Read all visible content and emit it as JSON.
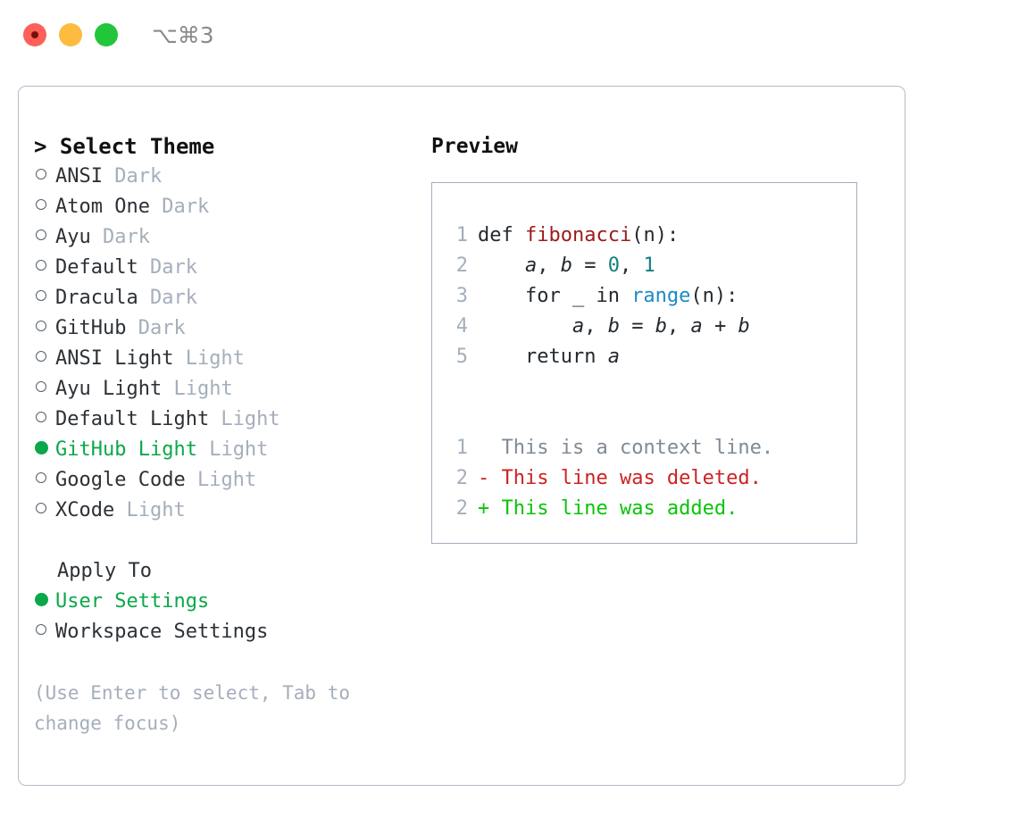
{
  "titlebar": {
    "shortcut": "⌥⌘3",
    "buttons": [
      {
        "name": "close",
        "color": "#fc6058"
      },
      {
        "name": "minimize",
        "color": "#fdbc40"
      },
      {
        "name": "maximize",
        "color": "#21c63a"
      }
    ]
  },
  "left": {
    "heading": "> Select Theme",
    "themes": [
      {
        "name": "ANSI",
        "kind": " Dark",
        "selected": false
      },
      {
        "name": "Atom One",
        "kind": " Dark",
        "selected": false
      },
      {
        "name": "Ayu",
        "kind": " Dark",
        "selected": false
      },
      {
        "name": "Default",
        "kind": " Dark",
        "selected": false
      },
      {
        "name": "Dracula",
        "kind": " Dark",
        "selected": false
      },
      {
        "name": "GitHub",
        "kind": " Dark",
        "selected": false
      },
      {
        "name": "ANSI Light",
        "kind": " Light",
        "selected": false
      },
      {
        "name": "Ayu Light",
        "kind": " Light",
        "selected": false
      },
      {
        "name": "Default Light",
        "kind": " Light",
        "selected": false
      },
      {
        "name": "GitHub Light",
        "kind": " Light",
        "selected": true
      },
      {
        "name": "Google Code",
        "kind": " Light",
        "selected": false
      },
      {
        "name": "XCode",
        "kind": " Light",
        "selected": false
      }
    ],
    "apply_heading": "Apply To",
    "apply_options": [
      {
        "label": "User Settings",
        "selected": true
      },
      {
        "label": "Workspace Settings",
        "selected": false
      }
    ],
    "hint": "(Use Enter to select, Tab to change focus)"
  },
  "right": {
    "title": "Preview",
    "code_lines": [
      {
        "no": "1",
        "tokens": [
          {
            "t": "def ",
            "c": "tok-plain"
          },
          {
            "t": "fibonacci",
            "c": "tok-func"
          },
          {
            "t": "(n):",
            "c": "tok-plain"
          }
        ]
      },
      {
        "no": "2",
        "tokens": [
          {
            "t": "    ",
            "c": "tok-plain"
          },
          {
            "t": "a",
            "c": "tok-var"
          },
          {
            "t": ", ",
            "c": "tok-plain"
          },
          {
            "t": "b",
            "c": "tok-var"
          },
          {
            "t": " = ",
            "c": "tok-plain"
          },
          {
            "t": "0",
            "c": "tok-num"
          },
          {
            "t": ", ",
            "c": "tok-plain"
          },
          {
            "t": "1",
            "c": "tok-num"
          }
        ]
      },
      {
        "no": "3",
        "tokens": [
          {
            "t": "    for _ in ",
            "c": "tok-plain"
          },
          {
            "t": "range",
            "c": "tok-builtin"
          },
          {
            "t": "(n):",
            "c": "tok-plain"
          }
        ]
      },
      {
        "no": "4",
        "tokens": [
          {
            "t": "        ",
            "c": "tok-plain"
          },
          {
            "t": "a",
            "c": "tok-var"
          },
          {
            "t": ", ",
            "c": "tok-plain"
          },
          {
            "t": "b",
            "c": "tok-var"
          },
          {
            "t": " = ",
            "c": "tok-plain"
          },
          {
            "t": "b",
            "c": "tok-var"
          },
          {
            "t": ", ",
            "c": "tok-plain"
          },
          {
            "t": "a",
            "c": "tok-var"
          },
          {
            "t": " + ",
            "c": "tok-plain"
          },
          {
            "t": "b",
            "c": "tok-var"
          }
        ]
      },
      {
        "no": "5",
        "tokens": [
          {
            "t": "    return ",
            "c": "tok-plain"
          },
          {
            "t": "a",
            "c": "tok-var"
          }
        ]
      }
    ],
    "diff_lines": [
      {
        "no": "1",
        "marker": "  ",
        "text": "This is a context line.",
        "cls": "diff-context"
      },
      {
        "no": "2",
        "marker": "- ",
        "text": "This line was deleted.",
        "cls": "diff-del"
      },
      {
        "no": "2",
        "marker": "+ ",
        "text": "This line was added.",
        "cls": "diff-add"
      }
    ]
  }
}
